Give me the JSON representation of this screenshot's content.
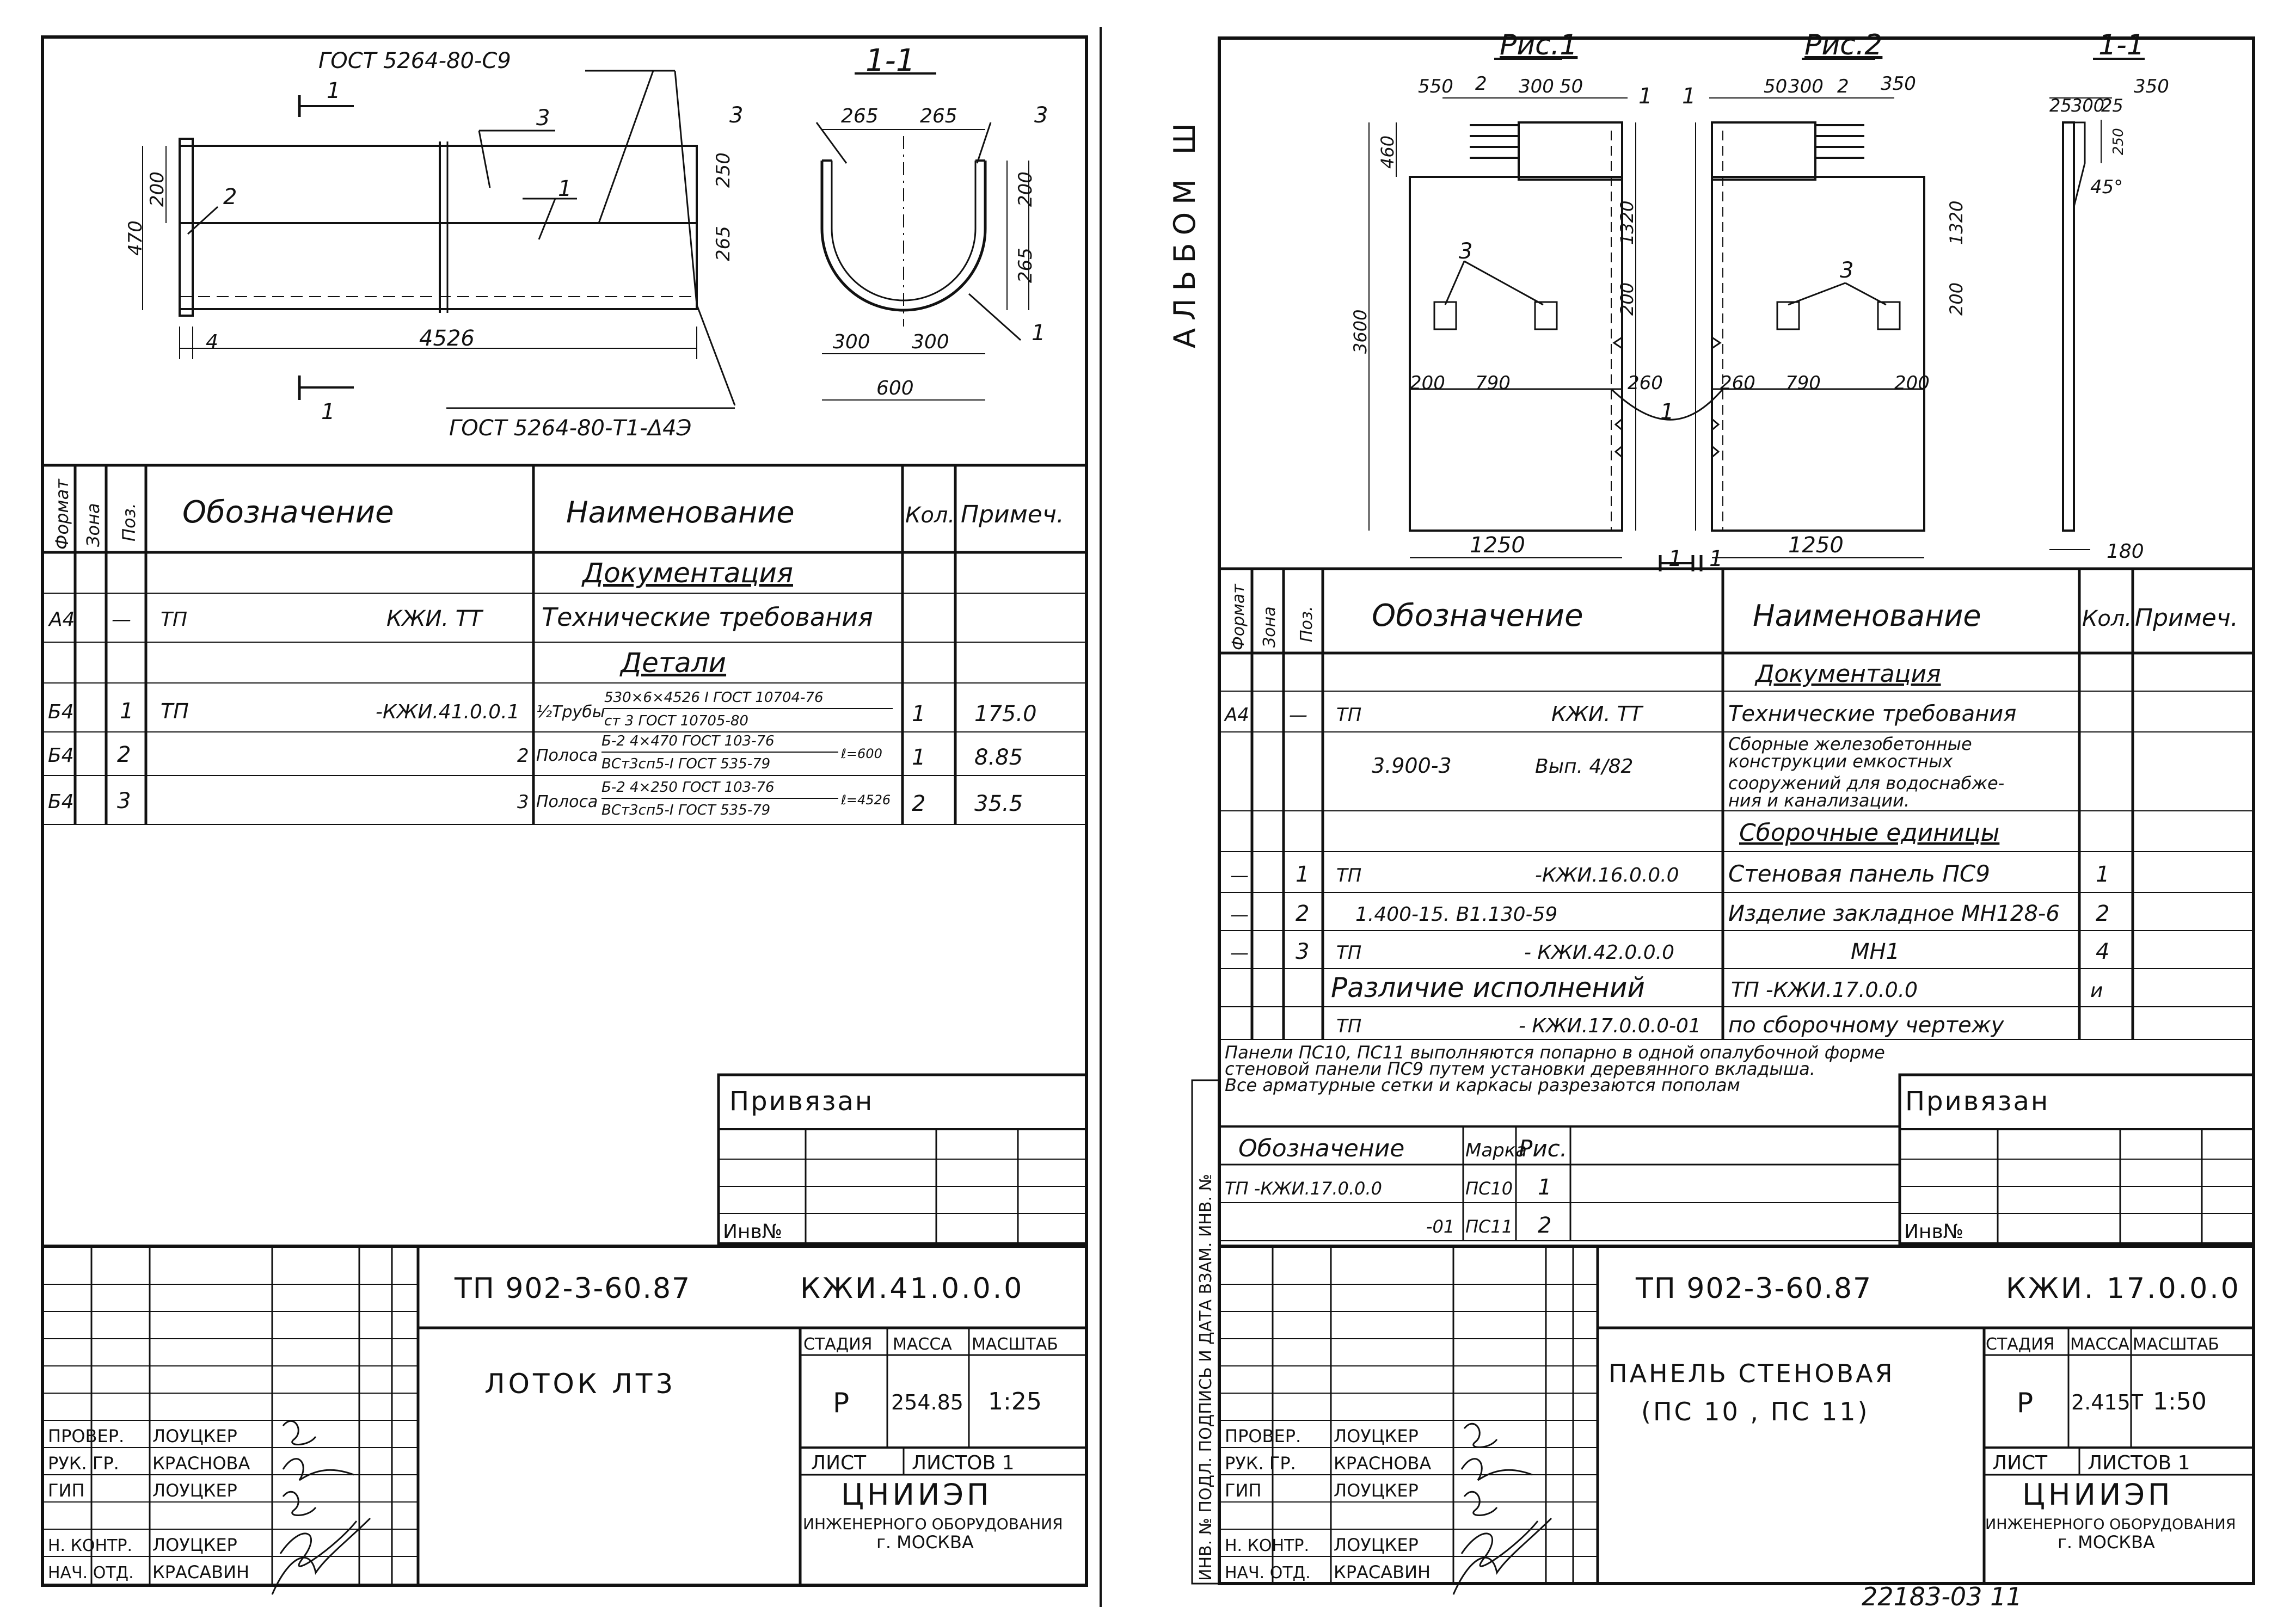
{
  "left": {
    "drawing": {
      "gost_top": "ГОСТ 5264-80-С9",
      "gost_bottom": "ГОСТ 5264-80-Т1-Δ4Э",
      "section_label": "1-1",
      "dims_plan": {
        "d470": "470",
        "d200": "200",
        "d4": "4",
        "d4526": "4526",
        "cut": "1"
      },
      "callouts": {
        "c1": "1",
        "c2": "2",
        "c3": "3"
      },
      "dims_section": {
        "w265a": "265",
        "w265b": "265",
        "h250": "250",
        "h265": "265",
        "h200": "200",
        "h265b": "265",
        "w300a": "300",
        "w300b": "300",
        "w600": "600",
        "c3a": "3",
        "c3b": "3",
        "c1": "1"
      }
    },
    "spec": {
      "headers": {
        "format": "Формат",
        "zone": "Зона",
        "pos": "Поз.",
        "designation": "Обозначение",
        "name": "Наименование",
        "qty": "Кол.",
        "note": "Примеч."
      },
      "section_doc": "Документация",
      "row_doc": {
        "format": "А4",
        "pos": "—",
        "des_a": "ТП",
        "des_b": "КЖИ. ТТ",
        "name": "Технические требования"
      },
      "section_parts": "Детали",
      "rows": [
        {
          "format": "Б4",
          "pos": "1",
          "des_a": "ТП",
          "des_b": "-КЖИ.41.0.0.1",
          "name_prefix": "½Трубы",
          "name_top": "530×6×4526 I ГОСТ 10704-76",
          "name_bot": "ст 3 ГОСТ 10705-80",
          "suffix": "",
          "qty": "1",
          "note": "175.0"
        },
        {
          "format": "Б4",
          "pos": "2",
          "des_a": "",
          "des_b": "2",
          "name_prefix": "Полоса",
          "name_top": "Б-2 4×470 ГОСТ 103-76",
          "name_bot": "ВСт3сп5-I ГОСТ 535-79",
          "suffix": "ℓ=600",
          "qty": "1",
          "note": "8.85"
        },
        {
          "format": "Б4",
          "pos": "3",
          "des_a": "",
          "des_b": "3",
          "name_prefix": "Полоса",
          "name_top": "Б-2 4×250 ГОСТ 103-76",
          "name_bot": "ВСт3сп5-I ГОСТ 535-79",
          "suffix": "ℓ=4526",
          "qty": "2",
          "note": "35.5"
        }
      ]
    },
    "stamp": {
      "privyazan": "Привязан",
      "inv": "Инв№",
      "doc_code": "ТП 902-3-60.87",
      "doc_num": "КЖИ.41.0.0.0",
      "title": "ЛОТОК ЛТ3",
      "stage_h": "СТАДИЯ",
      "mass_h": "МАССА",
      "scale_h": "МАСШТАБ",
      "stage": "Р",
      "mass": "254.85",
      "scale": "1:25",
      "list": "ЛИСТ",
      "listov": "ЛИСТОВ 1",
      "org1": "ЦНИИЭП",
      "org2": "ИНЖЕНЕРНОГО ОБОРУДОВАНИЯ",
      "org3": "г. МОСКВА",
      "people": [
        {
          "role": "ПРОВЕР.",
          "name": "ЛОУЦКЕР"
        },
        {
          "role": "РУК. ГР.",
          "name": "КРАСНОВА"
        },
        {
          "role": "ГИП",
          "name": "ЛОУЦКЕР"
        },
        {
          "role": "Н. КОНТР.",
          "name": "ЛОУЦКЕР"
        },
        {
          "role": "НАЧ. ОТД.",
          "name": "КРАСАВИН"
        }
      ]
    }
  },
  "right": {
    "album": "АЛЬБОМ Ш",
    "drawing": {
      "fig1": "Рис.1",
      "fig2": "Рис.2",
      "section_label": "1-1",
      "dims1": {
        "d550": "550",
        "d2": "2",
        "d300": "300",
        "d50": "50",
        "d460": "460",
        "d3600": "3600",
        "d1320": "1320",
        "d200": "200",
        "d200b": "200",
        "d790": "790",
        "d260": "260",
        "d1250": "1250",
        "c3": "3",
        "c1": "1"
      },
      "dims2": {
        "d50": "50",
        "d300": "300",
        "d2": "2",
        "d350": "350",
        "d1320": "1320",
        "d200": "200",
        "d260": "260",
        "d790": "790",
        "d200b": "200",
        "d1250": "1250",
        "c3": "3"
      },
      "cuts": {
        "a": "1",
        "b": "1",
        "c": "1",
        "d": "1"
      },
      "dims_section": {
        "d350": "350",
        "d25a": "25",
        "d300": "300",
        "d25b": "25",
        "d250": "250",
        "a45": "45°",
        "d180": "180"
      }
    },
    "spec": {
      "headers": {
        "format": "Формат",
        "zone": "Зона",
        "pos": "Поз.",
        "designation": "Обозначение",
        "name": "Наименование",
        "qty": "Кол.",
        "note": "Примеч."
      },
      "section_doc": "Документация",
      "row_doc1": {
        "format": "А4",
        "pos": "—",
        "des_a": "ТП",
        "des_b": "КЖИ. ТТ",
        "name": "Технические требования"
      },
      "row_doc2": {
        "des_a": "3.900-3",
        "des_b": "Вып. 4/82",
        "name1": "Сборные железобетонные",
        "name2": "конструкции емкостных",
        "name3": "сооружений для водоснабже-",
        "name4": "ния и канализации."
      },
      "section_asm": "Сборочные единицы",
      "rows": [
        {
          "format": "—",
          "pos": "1",
          "des_a": "ТП",
          "des_b": "-КЖИ.16.0.0.0",
          "name": "Стеновая панель ПС9",
          "qty": "1"
        },
        {
          "format": "—",
          "pos": "2",
          "des_a": "",
          "des_b": "1.400-15. В1.130-59",
          "name": "Изделие закладное МН128-6",
          "qty": "2"
        },
        {
          "format": "—",
          "pos": "3",
          "des_a": "ТП",
          "des_b": "- КЖИ.42.0.0.0",
          "name": "МН1",
          "qty": "4"
        }
      ],
      "variants_label": "Различие исполнений",
      "variants_ref": "ТП    -КЖИ.17.0.0.0",
      "variants_qty": "и",
      "row_last": {
        "des_a": "ТП",
        "des_b": "- КЖИ.17.0.0.0-01",
        "name": "по сборочному чертежу"
      }
    },
    "notes": [
      "Панели ПС10, ПС11 выполняются попарно в одной опалубочной форме",
      "стеновой панели ПС9 путем установки деревянного вкладыша.",
      "Все арматурные сетки и каркасы разрезаются пополам"
    ],
    "variants": {
      "h_des": "Обозначение",
      "h_mark": "Марка",
      "h_fig": "Рис.",
      "rows": [
        {
          "des": "ТП    -КЖИ.17.0.0.0",
          "mark": "ПС10",
          "fig": "1"
        },
        {
          "des": "-01",
          "mark": "ПС11",
          "fig": "2"
        }
      ]
    },
    "side_strip": "ИНВ. № ПОДЛ.  ПОДПИСЬ И ДАТА  ВЗАМ. ИНВ. №",
    "stamp": {
      "privyazan": "Привязан",
      "inv": "Инв№",
      "doc_code": "ТП 902-3-60.87",
      "doc_num": "КЖИ. 17.0.0.0",
      "title1": "ПАНЕЛЬ СТЕНОВАЯ",
      "title2": "(ПС 10 , ПС 11)",
      "stage_h": "СТАДИЯ",
      "mass_h": "МАССА",
      "scale_h": "МАСШТАБ",
      "stage": "Р",
      "mass": "2.415Т",
      "scale": "1:50",
      "list": "ЛИСТ",
      "listov": "ЛИСТОВ 1",
      "org1": "ЦНИИЭП",
      "org2": "ИНЖЕНЕРНОГО ОБОРУДОВАНИЯ",
      "org3": "г. МОСКВА",
      "people": [
        {
          "role": "ПРОВЕР.",
          "name": "ЛОУЦКЕР"
        },
        {
          "role": "РУК. ГР.",
          "name": "КРАСНОВА"
        },
        {
          "role": "ГИП",
          "name": "ЛОУЦКЕР"
        },
        {
          "role": "Н. КОНТР.",
          "name": "ЛОУЦКЕР"
        },
        {
          "role": "НАЧ. ОТД.",
          "name": "КРАСАВИН"
        }
      ]
    },
    "sheet_number": "22183-03  11"
  }
}
